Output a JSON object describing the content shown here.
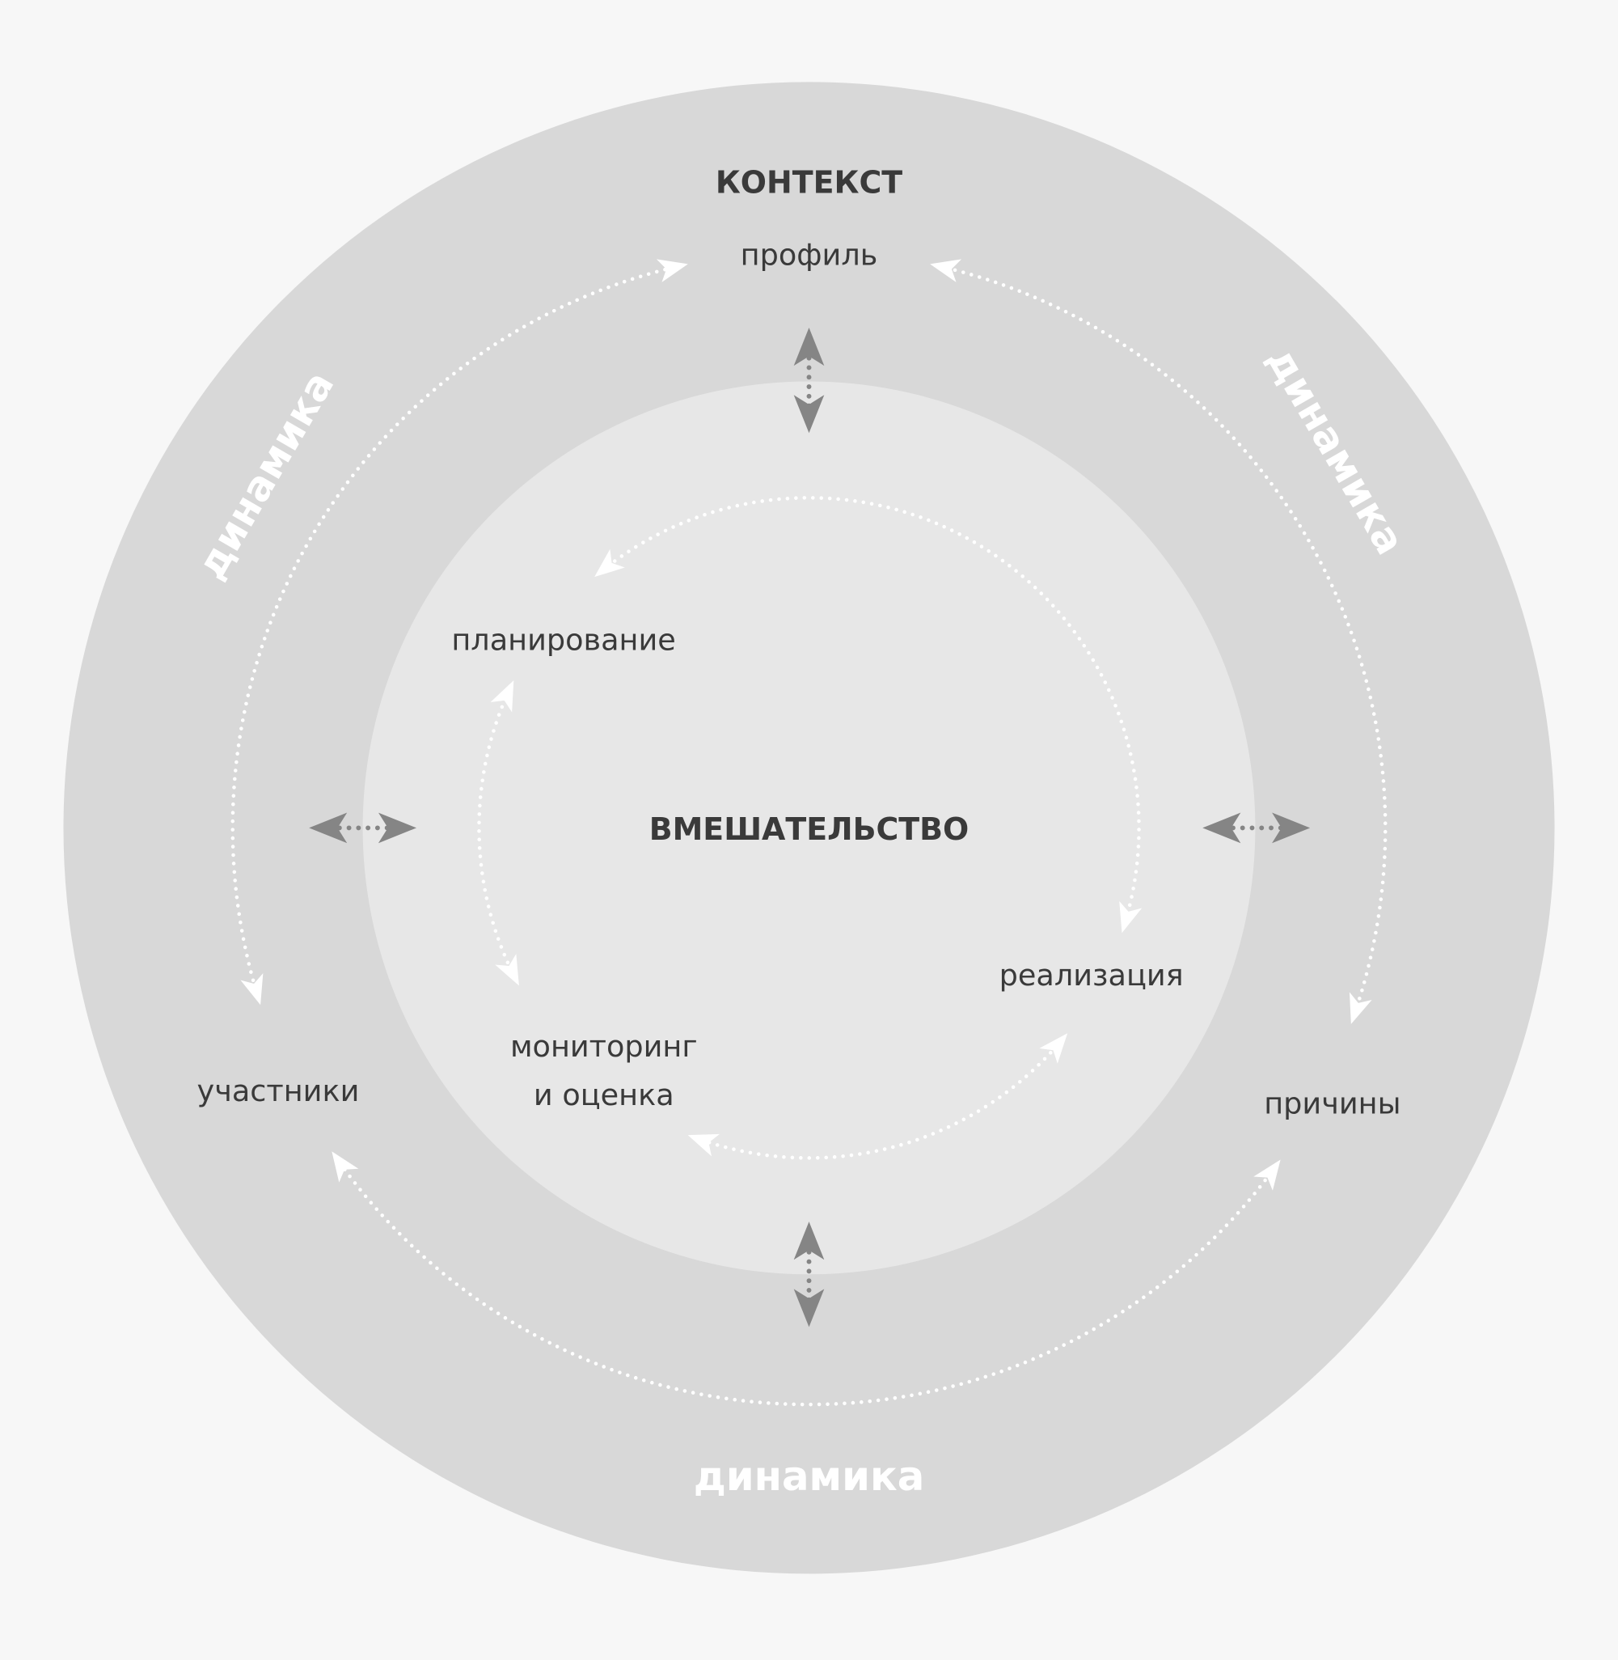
{
  "colors": {
    "background": "#f7f7f7",
    "outer_circle": "#d8d8d8",
    "inner_circle": "#e7e7e7",
    "white_arrow": "#ffffff",
    "gray_arrow": "#858585",
    "text": "#3a3a3a"
  },
  "outer": {
    "title": "КОНТЕКСТ",
    "profile": "профиль",
    "participants": "участники",
    "causes": "причины",
    "dynamics_left": "динамика",
    "dynamics_right": "динамика",
    "dynamics_bottom": "динамика"
  },
  "inner": {
    "title": "ВМЕШАТЕЛЬСТВО",
    "planning": "планирование",
    "implementation": "реализация",
    "monitoring_line1": "мониторинг",
    "monitoring_line2": "и оценка"
  }
}
